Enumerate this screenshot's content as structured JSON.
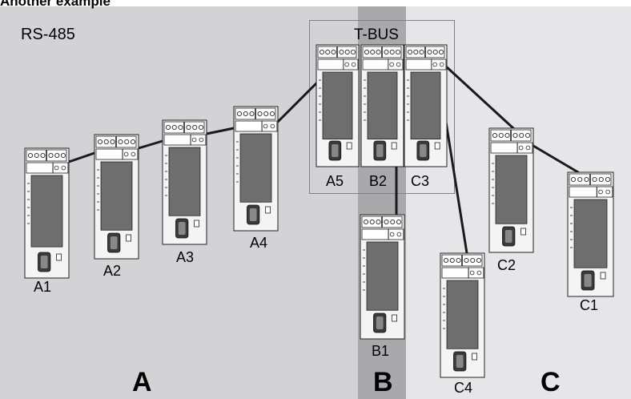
{
  "header": {
    "title": "Another example"
  },
  "protocol_label": "RS-485",
  "tbus_label": "T-BUS",
  "zones": {
    "a": "A",
    "b": "B",
    "c": "C"
  },
  "devices": {
    "a1": "A1",
    "a2": "A2",
    "a3": "A3",
    "a4": "A4",
    "a5": "A5",
    "b1": "B1",
    "b2": "B2",
    "c1": "C1",
    "c2": "C2",
    "c3": "C3",
    "c4": "C4"
  },
  "colors": {
    "zone_a": "#d3d3d5",
    "zone_b": "#a9a9ab",
    "zone_c": "#e6e6e8",
    "cable": "#1a1a1a",
    "module_body": "#f4f4f4",
    "module_panel": "#6e6e6e"
  }
}
